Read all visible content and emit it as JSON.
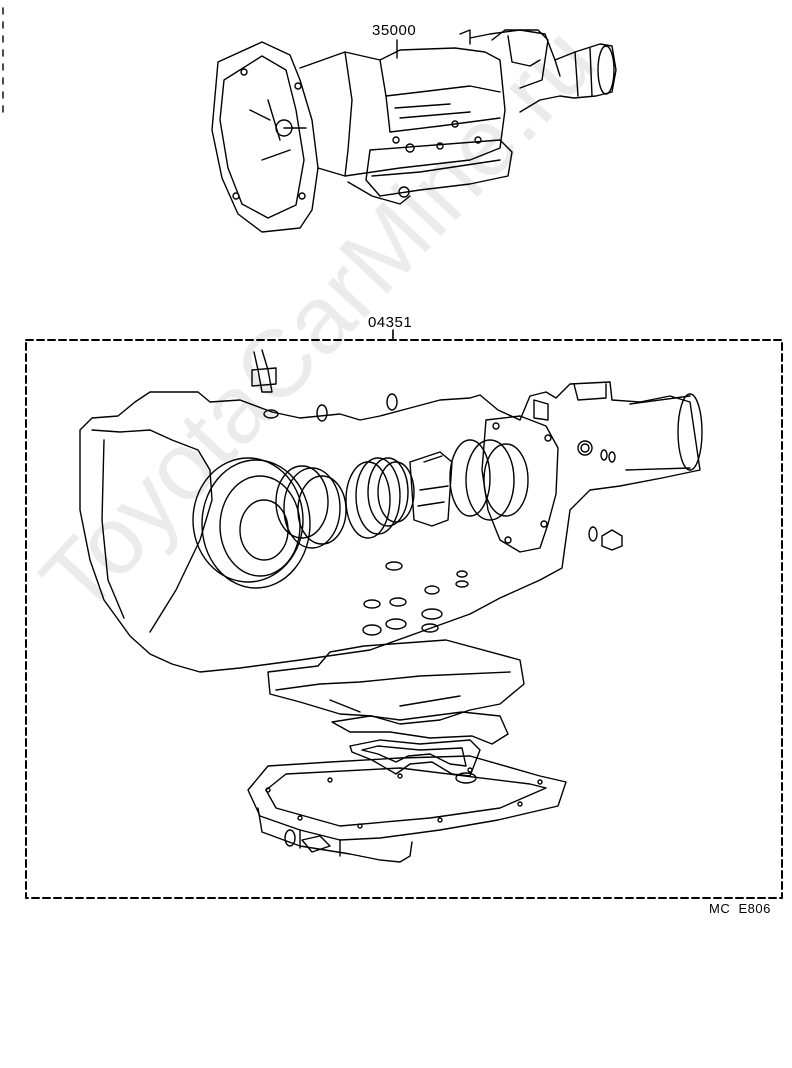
{
  "diagram": {
    "part_labels": {
      "transmission_assy": "35000",
      "overhaul_gasket_kit": "04351"
    },
    "figure_code": "MC  E806",
    "watermark": "ToyotaCarMine.ru",
    "colors": {
      "line": "#000000",
      "background": "#ffffff",
      "watermark": "rgba(0,0,0,0.08)"
    }
  }
}
